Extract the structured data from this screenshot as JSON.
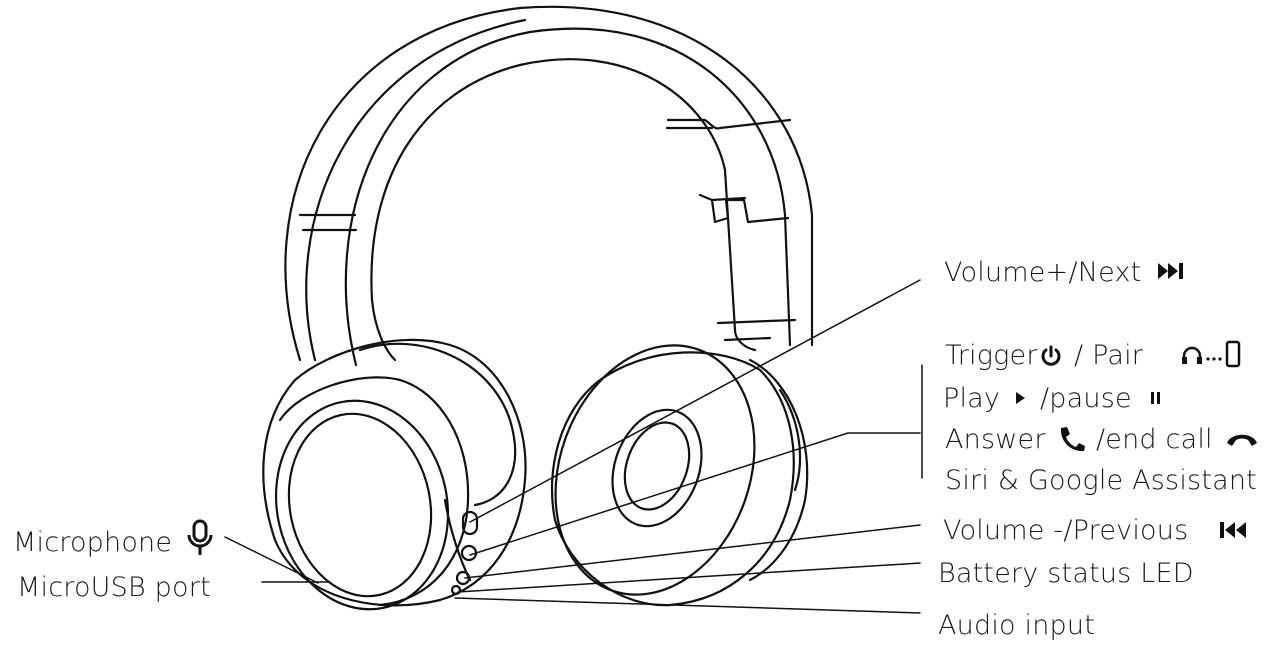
{
  "colors": {
    "line": "#111111",
    "text": "#1a1a1a",
    "background": "#ffffff"
  },
  "labels": {
    "volume_up": "Volume+/Next",
    "trigger": "Trigger",
    "pair": "/ Pair",
    "play": "Play",
    "pause": "/pause",
    "answer": "Answer",
    "end_call": "/end call",
    "assistant": "Siri & Google Assistant",
    "volume_down": "Volume -/Previous",
    "battery_led": "Battery status LED",
    "audio_input": "Audio input",
    "microphone": "Microphone",
    "microusb": "MicroUSB port"
  },
  "icons": {
    "next": "next-track-icon",
    "power": "power-icon",
    "pair": "headphone-to-phone-icon",
    "play": "play-icon",
    "pause": "pause-icon",
    "answer": "phone-answer-icon",
    "end_call": "phone-hangup-icon",
    "previous": "previous-track-icon",
    "microphone": "microphone-icon"
  }
}
